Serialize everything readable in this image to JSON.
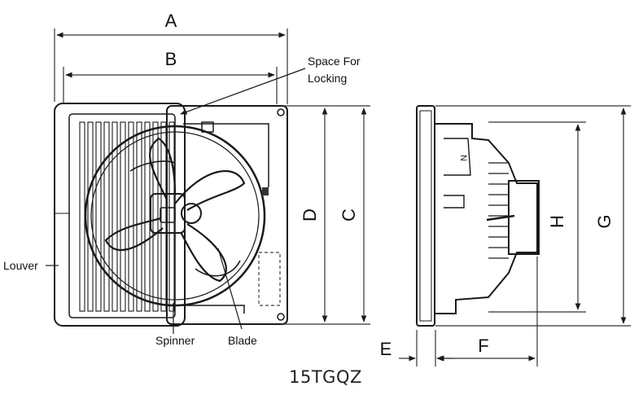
{
  "dimensions": {
    "a": "A",
    "b": "B",
    "c": "C",
    "d": "D",
    "e": "E",
    "f": "F",
    "g": "G",
    "h": "H"
  },
  "callouts": {
    "space_for_locking_line1": "Space For",
    "space_for_locking_line2": "Locking",
    "louver": "Louver",
    "spinner": "Spinner",
    "blade": "Blade"
  },
  "model": "15TGQZ",
  "colors": {
    "line": "#1a1a1a",
    "body_fill": "#f4f4f4",
    "dim_line": "#333333"
  }
}
